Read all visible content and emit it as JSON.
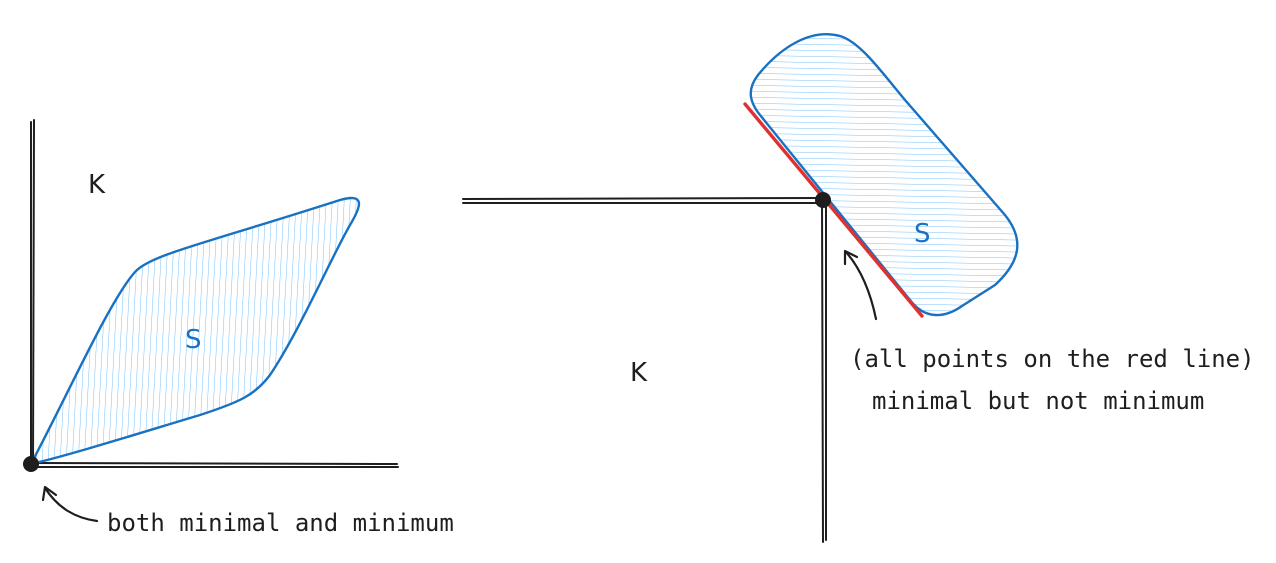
{
  "colors": {
    "ink": "#1e1e1e",
    "set_stroke": "#1971c2",
    "set_fill": "#a5d8ff",
    "red_line": "#e03131"
  },
  "left_diagram": {
    "cone_label": "K",
    "set_label": "S",
    "annotation": "both minimal and minimum"
  },
  "right_diagram": {
    "cone_label": "K",
    "set_label": "S",
    "annotation_line1": "(all points on the red line)",
    "annotation_line2": "minimal but not minimum"
  }
}
